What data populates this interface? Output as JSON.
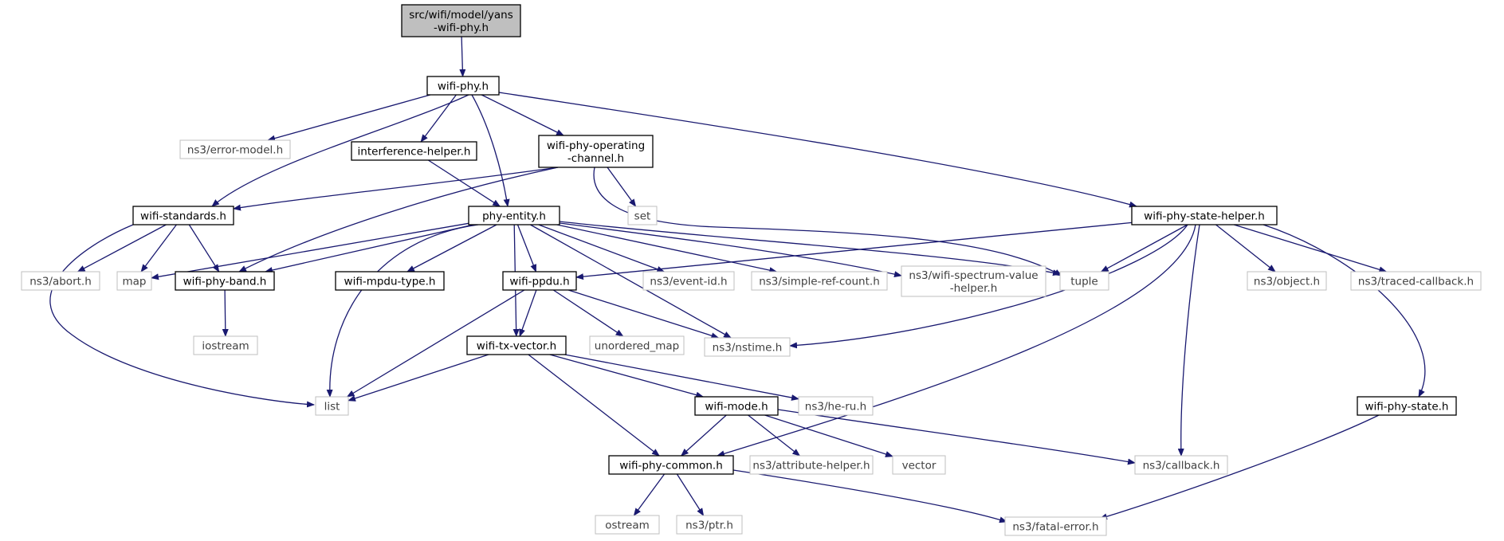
{
  "colors": {
    "edge": "#191970",
    "root_fill": "#bfbfbf",
    "project_border": "#000000",
    "external_border": "#bfbfbf",
    "external_text": "#404040",
    "text": "#000000"
  },
  "nodes": {
    "yans": {
      "lines": [
        "src/wifi/model/yans",
        "-wifi-phy.h"
      ],
      "kind": "root"
    },
    "wphy": {
      "lines": [
        "wifi-phy.h"
      ],
      "kind": "project"
    },
    "errm": {
      "lines": [
        "ns3/error-model.h"
      ],
      "kind": "external"
    },
    "intf": {
      "lines": [
        "interference-helper.h"
      ],
      "kind": "project"
    },
    "opch": {
      "lines": [
        "wifi-phy-operating",
        "-channel.h"
      ],
      "kind": "project"
    },
    "set": {
      "lines": [
        "set"
      ],
      "kind": "external"
    },
    "wstd": {
      "lines": [
        "wifi-standards.h"
      ],
      "kind": "project"
    },
    "pent": {
      "lines": [
        "phy-entity.h"
      ],
      "kind": "project"
    },
    "psh": {
      "lines": [
        "wifi-phy-state-helper.h"
      ],
      "kind": "project"
    },
    "abort": {
      "lines": [
        "ns3/abort.h"
      ],
      "kind": "external"
    },
    "map": {
      "lines": [
        "map"
      ],
      "kind": "external"
    },
    "band": {
      "lines": [
        "wifi-phy-band.h"
      ],
      "kind": "project"
    },
    "mpdu": {
      "lines": [
        "wifi-mpdu-type.h"
      ],
      "kind": "project"
    },
    "ppdu": {
      "lines": [
        "wifi-ppdu.h"
      ],
      "kind": "project"
    },
    "evid": {
      "lines": [
        "ns3/event-id.h"
      ],
      "kind": "external"
    },
    "src": {
      "lines": [
        "ns3/simple-ref-count.h"
      ],
      "kind": "external"
    },
    "wsvh": {
      "lines": [
        "ns3/wifi-spectrum-value",
        "-helper.h"
      ],
      "kind": "external"
    },
    "tuple": {
      "lines": [
        "tuple"
      ],
      "kind": "external"
    },
    "obj": {
      "lines": [
        "ns3/object.h"
      ],
      "kind": "external"
    },
    "tcb": {
      "lines": [
        "ns3/traced-callback.h"
      ],
      "kind": "external"
    },
    "ios": {
      "lines": [
        "iostream"
      ],
      "kind": "external"
    },
    "umap": {
      "lines": [
        "unordered_map"
      ],
      "kind": "external"
    },
    "txv": {
      "lines": [
        "wifi-tx-vector.h"
      ],
      "kind": "project"
    },
    "nst": {
      "lines": [
        "ns3/nstime.h"
      ],
      "kind": "external"
    },
    "list": {
      "lines": [
        "list"
      ],
      "kind": "external"
    },
    "heru": {
      "lines": [
        "ns3/he-ru.h"
      ],
      "kind": "external"
    },
    "mode": {
      "lines": [
        "wifi-mode.h"
      ],
      "kind": "project"
    },
    "pstate": {
      "lines": [
        "wifi-phy-state.h"
      ],
      "kind": "project"
    },
    "common": {
      "lines": [
        "wifi-phy-common.h"
      ],
      "kind": "project"
    },
    "attr": {
      "lines": [
        "ns3/attribute-helper.h"
      ],
      "kind": "external"
    },
    "vec": {
      "lines": [
        "vector"
      ],
      "kind": "external"
    },
    "cb": {
      "lines": [
        "ns3/callback.h"
      ],
      "kind": "external"
    },
    "ostr": {
      "lines": [
        "ostream"
      ],
      "kind": "external"
    },
    "ptr": {
      "lines": [
        "ns3/ptr.h"
      ],
      "kind": "external"
    },
    "fatal": {
      "lines": [
        "ns3/fatal-error.h"
      ],
      "kind": "external"
    }
  },
  "edges": [
    [
      "yans",
      "wphy"
    ],
    [
      "wphy",
      "errm"
    ],
    [
      "wphy",
      "intf"
    ],
    [
      "wphy",
      "opch"
    ],
    [
      "wphy",
      "wstd"
    ],
    [
      "wphy",
      "pent"
    ],
    [
      "wphy",
      "psh"
    ],
    [
      "intf",
      "pent"
    ],
    [
      "opch",
      "set"
    ],
    [
      "opch",
      "wstd"
    ],
    [
      "opch",
      "band"
    ],
    [
      "opch",
      "tuple"
    ],
    [
      "wstd",
      "abort"
    ],
    [
      "wstd",
      "map"
    ],
    [
      "wstd",
      "band"
    ],
    [
      "wstd",
      "list"
    ],
    [
      "pent",
      "map"
    ],
    [
      "pent",
      "band"
    ],
    [
      "pent",
      "mpdu"
    ],
    [
      "pent",
      "ppdu"
    ],
    [
      "pent",
      "evid"
    ],
    [
      "pent",
      "src"
    ],
    [
      "pent",
      "wsvh"
    ],
    [
      "pent",
      "tuple"
    ],
    [
      "pent",
      "txv"
    ],
    [
      "pent",
      "nst"
    ],
    [
      "pent",
      "list"
    ],
    [
      "psh",
      "ppdu"
    ],
    [
      "psh",
      "tuple"
    ],
    [
      "psh",
      "obj"
    ],
    [
      "psh",
      "tcb"
    ],
    [
      "psh",
      "nst"
    ],
    [
      "psh",
      "common"
    ],
    [
      "psh",
      "cb"
    ],
    [
      "psh",
      "pstate"
    ],
    [
      "band",
      "ios"
    ],
    [
      "ppdu",
      "umap"
    ],
    [
      "ppdu",
      "txv"
    ],
    [
      "ppdu",
      "nst"
    ],
    [
      "ppdu",
      "list"
    ],
    [
      "txv",
      "list"
    ],
    [
      "txv",
      "heru"
    ],
    [
      "txv",
      "mode"
    ],
    [
      "txv",
      "common"
    ],
    [
      "mode",
      "common"
    ],
    [
      "mode",
      "attr"
    ],
    [
      "mode",
      "vec"
    ],
    [
      "mode",
      "cb"
    ],
    [
      "pstate",
      "fatal"
    ],
    [
      "common",
      "ostr"
    ],
    [
      "common",
      "ptr"
    ],
    [
      "common",
      "fatal"
    ]
  ]
}
